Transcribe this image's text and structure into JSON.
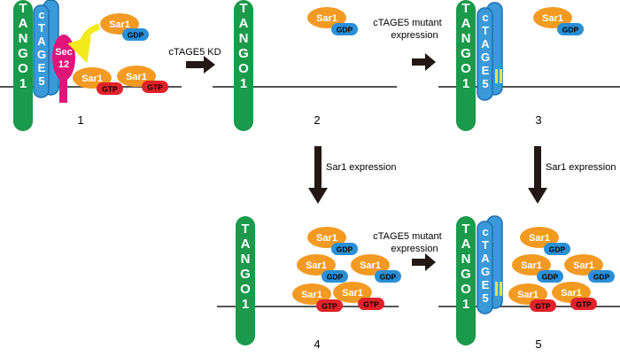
{
  "panels": {
    "p1": "1",
    "p2": "2",
    "p3": "3",
    "p4": "4",
    "p5": "5"
  },
  "proteins": {
    "tango1_letters": [
      "T",
      "A",
      "N",
      "G",
      "O",
      "1"
    ],
    "ctage5_letters": [
      "c",
      "T",
      "A",
      "G",
      "E",
      "5"
    ],
    "sec12_line1": "Sec",
    "sec12_line2": "12",
    "sar1": "Sar1",
    "gdp": "GDP",
    "gtp": "GTP"
  },
  "arrows": {
    "kd": "cTAGE5 KD",
    "mutant_line1": "cTAGE5 mutant",
    "mutant_line2": "expression",
    "sar1_expression": "Sar1 expression"
  },
  "colors": {
    "tango1": "#1a9a4a",
    "ctage5": "#3a9ad9",
    "ctage5_border": "#1f6fb0",
    "sec12": "#e0157a",
    "sar1": "#f39a23",
    "gdp": "#2a8fd6",
    "gtp": "#e0232a",
    "mutation_mark": "#e8e04a",
    "feedback_arrow": "#f2ea1c",
    "membrane": "#555555",
    "process_arrow": "#231815"
  }
}
